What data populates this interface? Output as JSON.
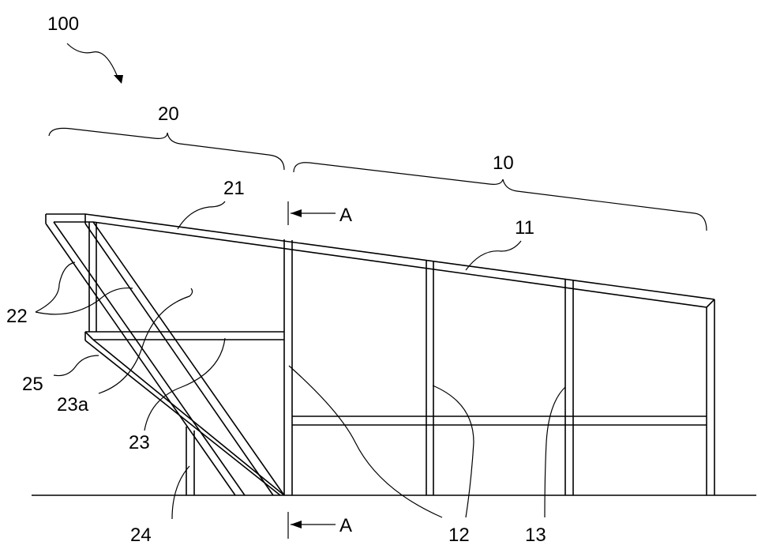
{
  "figure": {
    "labels": {
      "assembly": "100",
      "section_20": "20",
      "section_10": "10",
      "rail_21": "21",
      "rail_11": "11",
      "diagonal_22": "22",
      "brace_25": "25",
      "part_23a": "23a",
      "part_23": "23",
      "post_24": "24",
      "post_12": "12",
      "beam_13": "13",
      "section_a_top": "A",
      "section_a_bottom": "A"
    }
  }
}
